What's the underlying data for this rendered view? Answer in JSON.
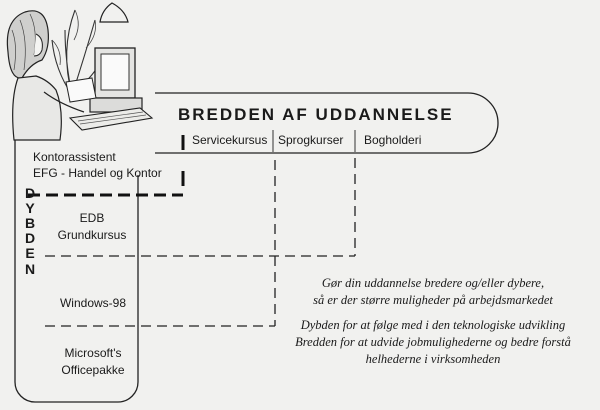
{
  "breadth": {
    "title": "BREDDEN AF UDDANNELSE",
    "courses": [
      "Servicekursus",
      "Sprogkurser",
      "Bogholderi"
    ]
  },
  "depth": {
    "letters": [
      "D",
      "Y",
      "B",
      "D",
      "E",
      "N"
    ],
    "top_lines": [
      "Kontorassistent",
      "EFG - Handel og Kontor"
    ],
    "courses": [
      [
        "EDB",
        "Grundkursus"
      ],
      [
        "Windows-98"
      ],
      [
        "Microsoft's",
        "Officepakke"
      ]
    ]
  },
  "caption": {
    "lines": [
      "Gør din uddannelse bredere og/eller dybere,",
      "så er der større muligheder på arbejdsmarkedet",
      "Dybden for at følge med i den teknologiske udvikling",
      "Bredden for at udvide jobmulighederne og bedre forstå",
      "helhederne i virksomheden"
    ]
  },
  "illustration": {
    "icon": "office-worker-at-computer-icon"
  }
}
